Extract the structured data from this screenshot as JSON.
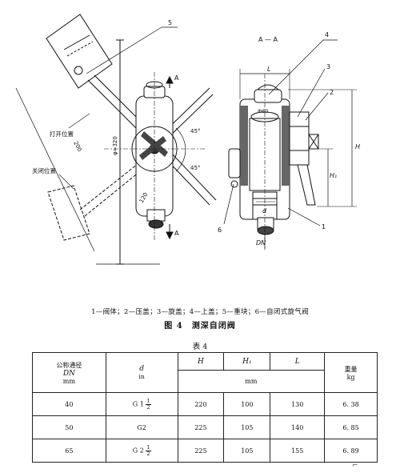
{
  "drawing": {
    "labels": {
      "section": "A — A",
      "open": "打开位置",
      "closed": "关闭位置",
      "len200": "200",
      "len120": "120",
      "dia320": "φ≈320",
      "angle1": "45°",
      "angle2": "45°",
      "arrowA1": "A",
      "arrowA2": "A",
      "phi60": "Φ60",
      "L": "L",
      "H": "H",
      "H1": "H₁",
      "d": "d",
      "DN": "DN",
      "p1": "1",
      "p2": "2",
      "p3": "3",
      "p4": "4",
      "p5": "5",
      "p6": "6"
    }
  },
  "caption": {
    "parts": "1—阀体；2—压盖；3—旋盖；4—上盖；5—重块；6—自闭式旋气阀",
    "figure": "图 4　测深自闭阀"
  },
  "table": {
    "title": "表 4",
    "headers": {
      "dn_line1": "公称通径",
      "dn_line2": "DN",
      "dn_line3": "mm",
      "d_line1": "d",
      "d_line2": "in",
      "H": "H",
      "H1": "H₁",
      "L": "L",
      "weight_line1": "重量",
      "weight_line2": "kg",
      "mm": "mm"
    },
    "rows": [
      {
        "dn": "40",
        "d_main": "G 1",
        "d_num": "1",
        "d_den": "2",
        "H": "220",
        "H1": "100",
        "L": "130",
        "weight": "6. 38"
      },
      {
        "dn": "50",
        "d_main": "G2",
        "d_num": "",
        "d_den": "",
        "H": "225",
        "H1": "105",
        "L": "140",
        "weight": "6. 85"
      },
      {
        "dn": "65",
        "d_main": "G 2",
        "d_num": "1",
        "d_den": "2",
        "H": "225",
        "H1": "105",
        "L": "155",
        "weight": "6. 89"
      }
    ]
  },
  "footer_mark": "⌐"
}
